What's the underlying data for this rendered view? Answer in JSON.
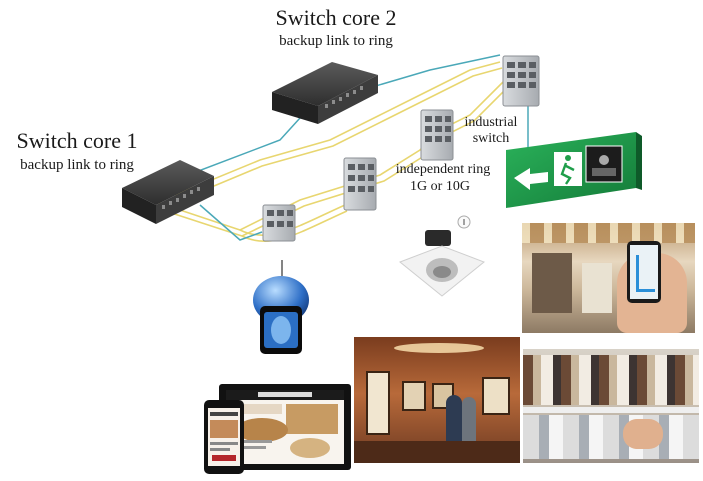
{
  "labels": {
    "core2_title": "Switch core 2",
    "core2_sub": "backup link to ring",
    "core1_title": "Switch core 1",
    "core1_sub": "backup link to ring",
    "industrial_line1": "industrial",
    "industrial_line2": "switch",
    "ring_line1": "independent ring",
    "ring_line2": "1G or 10G"
  },
  "colors": {
    "ring_cable": "#e8d670",
    "backup_cable": "#4aa8b8",
    "exit_sign": "#1f9e4a",
    "switch_body": "#3a3a3a",
    "industrial_body": "#c9ccd0"
  },
  "icons": [
    "core-switch-icon",
    "industrial-switch-icon",
    "exit-sign-icon",
    "dome-camera-icon",
    "downlight-icon",
    "tablet-icon",
    "laptop-icon",
    "phone-icon"
  ]
}
